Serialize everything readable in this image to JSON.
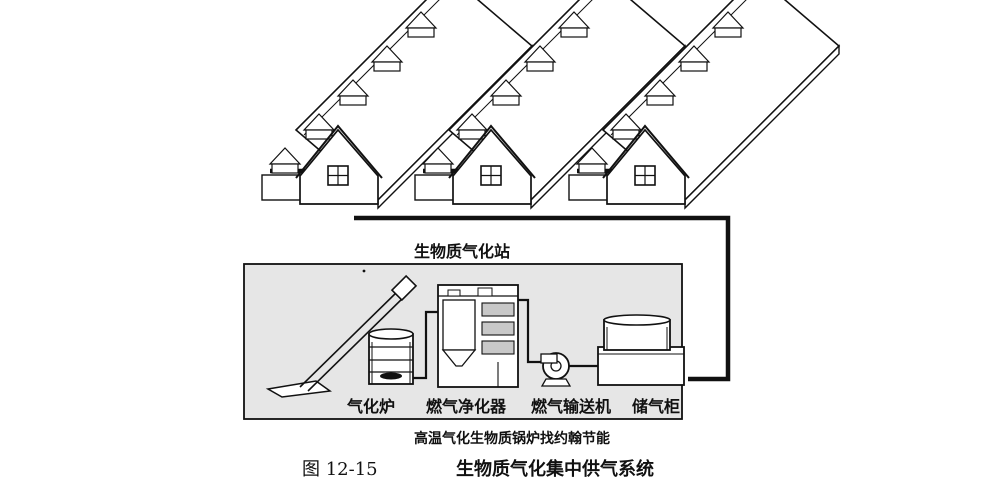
{
  "station": {
    "title": "生物质气化站"
  },
  "equipment": {
    "gasifier": "气化炉",
    "purifier": "燃气净化器",
    "blower": "燃气输送机",
    "holder": "储气柜"
  },
  "caption": {
    "note": "高温气化生物质锅炉找约翰节能",
    "figure_number": "图 12-15",
    "figure_title": "生物质气化集中供气系统"
  },
  "colors": {
    "line": "#111111",
    "station_fill": "#e6e6e6",
    "panel_fill": "#c8c8c8"
  }
}
